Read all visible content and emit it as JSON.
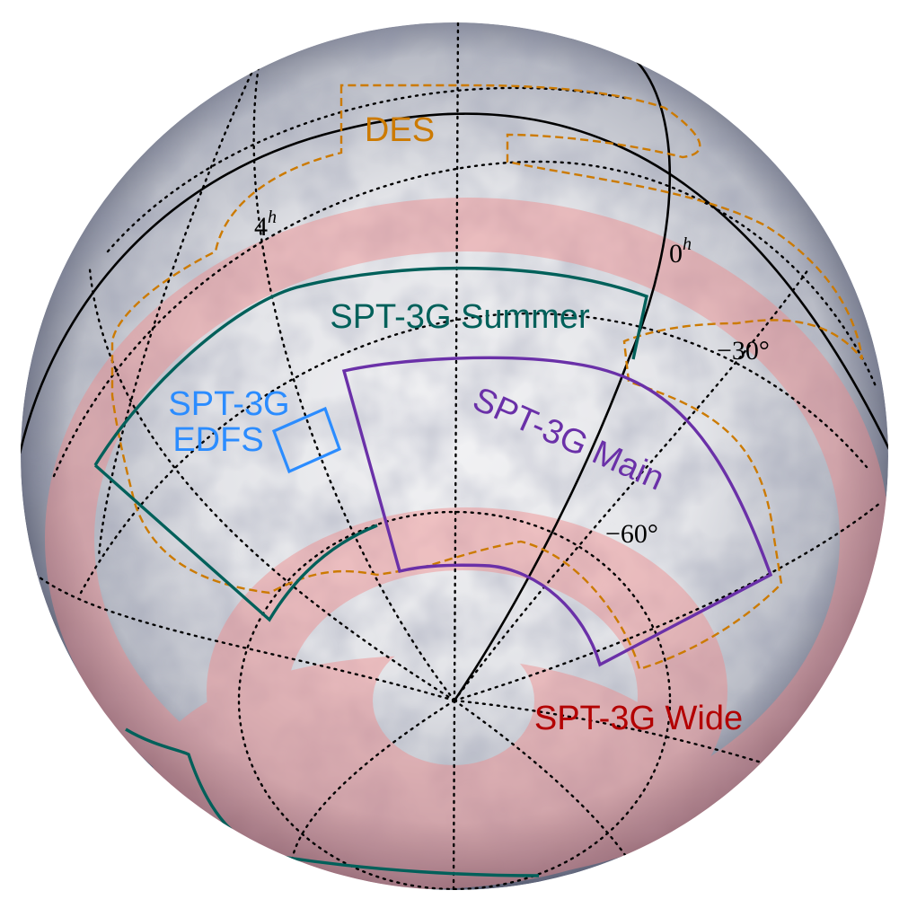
{
  "regions": {
    "des": {
      "label": "DES",
      "color": "#cc7a00"
    },
    "summer": {
      "label": "SPT-3G Summer",
      "color": "#00605a"
    },
    "main": {
      "label": "SPT-3G Main",
      "color": "#6a30a8"
    },
    "edfs": {
      "label_line1": "SPT-3G",
      "label_line2": "EDFS",
      "color": "#2b8cff"
    },
    "wide": {
      "label": "SPT-3G Wide",
      "color": "#b30000",
      "fill": "#f08a8a"
    }
  },
  "grid_labels": {
    "ra_4h": {
      "base": "4",
      "sup": "h"
    },
    "ra_0h": {
      "base": "0",
      "sup": "h"
    },
    "dec_m30": "−30°",
    "dec_m60": "−60°"
  },
  "colors": {
    "sphere_base": "#cfd2d8",
    "sphere_edge": "#4a5068"
  }
}
